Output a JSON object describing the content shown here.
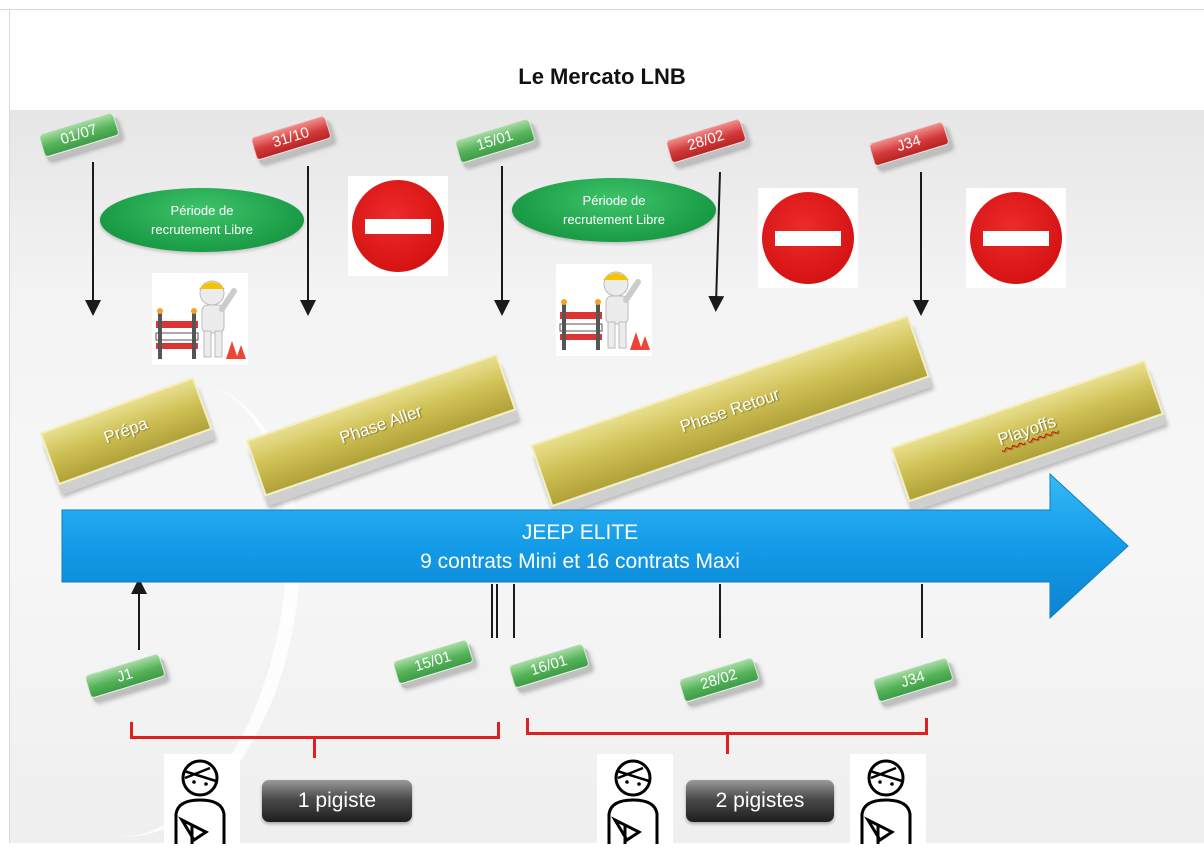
{
  "title": "Le Mercato LNB",
  "top_tags": [
    {
      "label": "01/07",
      "color": "green"
    },
    {
      "label": "31/10",
      "color": "red"
    },
    {
      "label": "15/01",
      "color": "green"
    },
    {
      "label": "28/02",
      "color": "red"
    },
    {
      "label": "J34",
      "color": "red"
    }
  ],
  "free_periods": [
    {
      "label": "Période de\nrecrutement Libre"
    },
    {
      "label": "Période de\nrecrutement Libre"
    }
  ],
  "phases": [
    {
      "label": "Prépa"
    },
    {
      "label": "Phase Aller"
    },
    {
      "label": "Phase Retour"
    },
    {
      "label": "Playoffs"
    }
  ],
  "timeline": {
    "line1": "JEEP ELITE",
    "line2": "9 contrats Mini et 16 contrats Maxi",
    "color": "#1a9de6"
  },
  "bottom_tags": [
    {
      "label": "J1"
    },
    {
      "label": "15/01"
    },
    {
      "label": "16/01"
    },
    {
      "label": "28/02"
    },
    {
      "label": "J34"
    }
  ],
  "pigistes": [
    {
      "label": "1 pigiste"
    },
    {
      "label": "2 pigistes"
    }
  ],
  "icons": {
    "no_entry": "no-entry-sign-icon",
    "worker": "construction-worker-icon",
    "injured": "injured-player-icon"
  },
  "colors": {
    "green_tag": "#4caf50",
    "red_tag": "#d43a3a",
    "phase": "#cdbf52",
    "bracket": "#e02020",
    "ellipse": "#1ea14a"
  }
}
